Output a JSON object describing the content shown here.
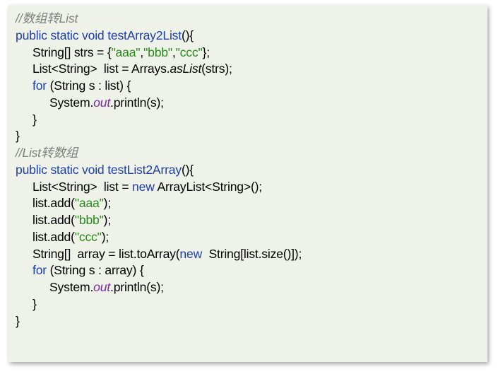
{
  "code_lines": [
    {
      "indent": 0,
      "tokens": [
        {
          "t": "cmt",
          "v": "//数组转List"
        }
      ]
    },
    {
      "indent": 0,
      "tokens": [
        {
          "t": "kw",
          "v": "public static void "
        },
        {
          "t": "kw",
          "v": "testArray2List"
        },
        {
          "t": "txt",
          "v": "(){"
        }
      ]
    },
    {
      "indent": 1,
      "tokens": [
        {
          "t": "txt",
          "v": "String[] strs = {"
        },
        {
          "t": "str",
          "v": "\"aaa\""
        },
        {
          "t": "txt",
          "v": ","
        },
        {
          "t": "str",
          "v": "\"bbb\""
        },
        {
          "t": "txt",
          "v": ","
        },
        {
          "t": "str",
          "v": "\"ccc\""
        },
        {
          "t": "txt",
          "v": "};"
        }
      ]
    },
    {
      "indent": 1,
      "tokens": [
        {
          "t": "txt",
          "v": "List<String>  list = Arrays."
        },
        {
          "t": "ital",
          "v": "asList"
        },
        {
          "t": "txt",
          "v": "(strs);"
        }
      ]
    },
    {
      "indent": 1,
      "tokens": [
        {
          "t": "kw",
          "v": "for "
        },
        {
          "t": "txt",
          "v": "(String s : list) {"
        }
      ]
    },
    {
      "indent": 2,
      "tokens": [
        {
          "t": "txt",
          "v": "System."
        },
        {
          "t": "fld",
          "v": "out"
        },
        {
          "t": "txt",
          "v": ".println(s);"
        }
      ]
    },
    {
      "indent": 1,
      "tokens": [
        {
          "t": "txt",
          "v": "}"
        }
      ]
    },
    {
      "indent": 0,
      "tokens": [
        {
          "t": "txt",
          "v": "}"
        }
      ]
    },
    {
      "indent": 0,
      "tokens": [
        {
          "t": "cmt",
          "v": "//List转数组"
        }
      ]
    },
    {
      "indent": 0,
      "tokens": [
        {
          "t": "kw",
          "v": "public static void "
        },
        {
          "t": "kw",
          "v": "testList2Array"
        },
        {
          "t": "txt",
          "v": "(){"
        }
      ]
    },
    {
      "indent": 1,
      "tokens": [
        {
          "t": "txt",
          "v": "List<String>  list = "
        },
        {
          "t": "kw",
          "v": "new "
        },
        {
          "t": "txt",
          "v": "ArrayList<String>();"
        }
      ]
    },
    {
      "indent": 1,
      "tokens": [
        {
          "t": "txt",
          "v": "list.add("
        },
        {
          "t": "str",
          "v": "\"aaa\""
        },
        {
          "t": "txt",
          "v": ");"
        }
      ]
    },
    {
      "indent": 1,
      "tokens": [
        {
          "t": "txt",
          "v": "list.add("
        },
        {
          "t": "str",
          "v": "\"bbb\""
        },
        {
          "t": "txt",
          "v": ");"
        }
      ]
    },
    {
      "indent": 1,
      "tokens": [
        {
          "t": "txt",
          "v": "list.add("
        },
        {
          "t": "str",
          "v": "\"ccc\""
        },
        {
          "t": "txt",
          "v": ");"
        }
      ]
    },
    {
      "indent": 1,
      "tokens": [
        {
          "t": "txt",
          "v": "String[]  array = list.toArray("
        },
        {
          "t": "kw",
          "v": "new "
        },
        {
          "t": "txt",
          "v": " String[list.size()]);"
        }
      ]
    },
    {
      "indent": 1,
      "tokens": [
        {
          "t": "kw",
          "v": "for "
        },
        {
          "t": "txt",
          "v": "(String s : array) {"
        }
      ]
    },
    {
      "indent": 2,
      "tokens": [
        {
          "t": "txt",
          "v": "System."
        },
        {
          "t": "fld",
          "v": "out"
        },
        {
          "t": "txt",
          "v": ".println(s);"
        }
      ]
    },
    {
      "indent": 1,
      "tokens": [
        {
          "t": "txt",
          "v": "}"
        }
      ]
    },
    {
      "indent": 0,
      "tokens": [
        {
          "t": "txt",
          "v": "}"
        }
      ]
    }
  ],
  "colors": {
    "background": "#eef2e8",
    "keyword": "#1f3fa8",
    "string": "#2a8a1a",
    "comment": "#808080",
    "field": "#7a2aa0",
    "text": "#000000"
  }
}
